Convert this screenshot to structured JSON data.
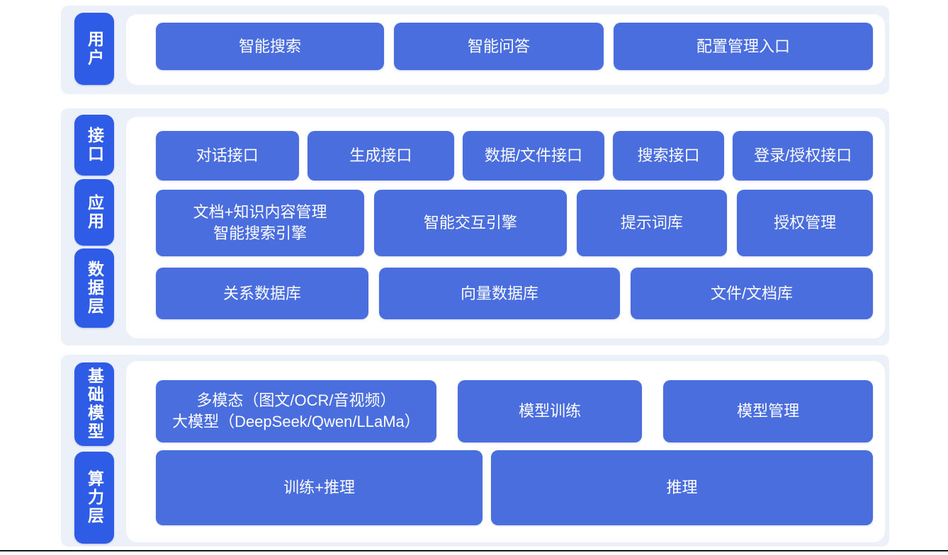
{
  "colors": {
    "tab_blue": "#2e5ce6",
    "box_blue": "#4a6edd",
    "section_background": "#ecf0f9",
    "panel_background": "#ffffff",
    "text_white": "#ffffff",
    "bottom_rule": "#15181d"
  },
  "sections": [
    {
      "name": "user-layer",
      "tabs": [
        {
          "label": "用户"
        }
      ],
      "rows": [
        {
          "boxes": [
            {
              "label": "智能搜索"
            },
            {
              "label": "智能问答"
            },
            {
              "label": "配置管理入口"
            }
          ]
        }
      ]
    },
    {
      "name": "interface-app-data-layer",
      "tabs": [
        {
          "label": "接口"
        },
        {
          "label": "应用"
        },
        {
          "label": "数据层"
        }
      ],
      "rows": [
        {
          "boxes": [
            {
              "label": "对话接口"
            },
            {
              "label": "生成接口"
            },
            {
              "label": "数据/文件接口"
            },
            {
              "label": "搜索接口"
            },
            {
              "label": "登录/授权接口"
            }
          ]
        },
        {
          "boxes": [
            {
              "label": "文档+知识内容管理\n智能搜索引擎"
            },
            {
              "label": "智能交互引擎"
            },
            {
              "label": "提示词库"
            },
            {
              "label": "授权管理"
            }
          ]
        },
        {
          "boxes": [
            {
              "label": "关系数据库"
            },
            {
              "label": "向量数据库"
            },
            {
              "label": "文件/文档库"
            }
          ]
        }
      ]
    },
    {
      "name": "foundation-compute-layer",
      "tabs": [
        {
          "label": "基础模型"
        },
        {
          "label": "算力层"
        }
      ],
      "rows": [
        {
          "boxes": [
            {
              "label": "多模态（图文/OCR/音视频）\n大模型（DeepSeek/Qwen/LLaMa）"
            },
            {
              "label": "模型训练"
            },
            {
              "label": "模型管理"
            }
          ]
        },
        {
          "boxes": [
            {
              "label": "训练+推理"
            },
            {
              "label": "推理"
            }
          ]
        }
      ]
    }
  ]
}
